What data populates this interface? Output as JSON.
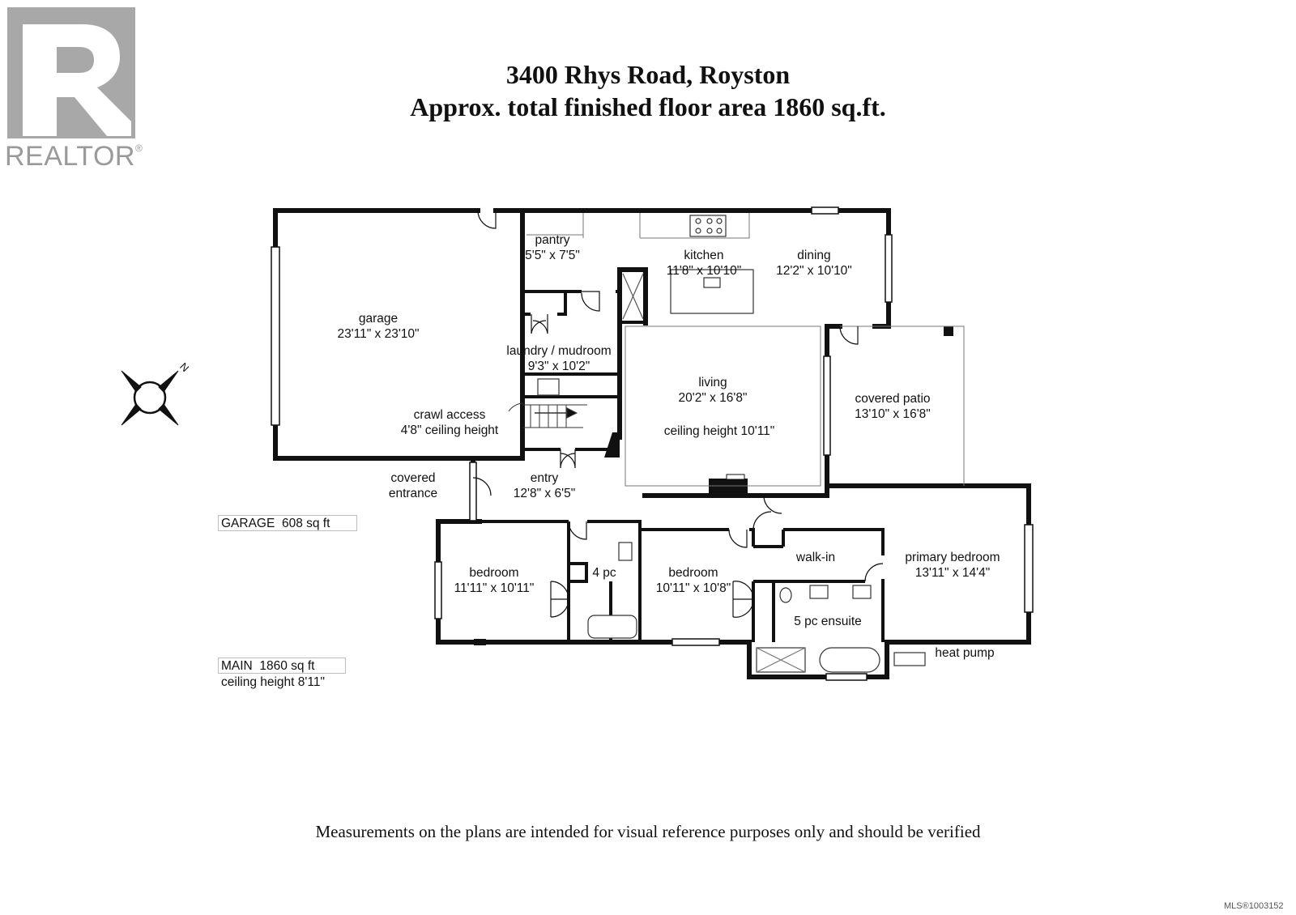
{
  "header": {
    "address": "3400 Rhys Road, Royston",
    "area": "Approx. total finished floor area 1860 sq.ft."
  },
  "logo": {
    "text": "REALTOR",
    "mark": "®",
    "icon": "realtor-r-logo"
  },
  "compass": {
    "icon": "compass-north-icon",
    "letter": "N"
  },
  "rooms": {
    "pantry": {
      "name": "pantry",
      "dims": "5'5\" x 7'5\""
    },
    "kitchen": {
      "name": "kitchen",
      "dims": "11'8\" x 10'10\""
    },
    "dining": {
      "name": "dining",
      "dims": "12'2\" x 10'10\""
    },
    "garage": {
      "name": "garage",
      "dims": "23'11\" x 23'10\""
    },
    "laundry": {
      "name": "laundry / mudroom",
      "dims": "9'3\" x 10'2\""
    },
    "living": {
      "name": "living",
      "dims": "20'2\" x 16'8\"",
      "note": "ceiling height 10'11\""
    },
    "patio": {
      "name": "covered patio",
      "dims": "13'10\" x 16'8\""
    },
    "crawl": {
      "name": "crawl access",
      "note": "4'8\" ceiling height"
    },
    "covered_entrance": {
      "line1": "covered",
      "line2": "entrance"
    },
    "entry": {
      "name": "entry",
      "dims": "12'8\" x 6'5\""
    },
    "bedroom1": {
      "name": "bedroom",
      "dims": "11'11\" x 10'11\""
    },
    "bath4": {
      "name": "4 pc"
    },
    "bedroom2": {
      "name": "bedroom",
      "dims": "10'11\" x 10'8\""
    },
    "walkin": {
      "name": "walk-in"
    },
    "primary": {
      "name": "primary bedroom",
      "dims": "13'11\" x 14'4\""
    },
    "ensuite": {
      "name": "5 pc ensuite"
    },
    "heatpump": {
      "name": "heat pump"
    }
  },
  "legend": {
    "garage": {
      "label": "GARAGE",
      "area": "608 sq ft"
    },
    "main": {
      "label": "MAIN",
      "area": "1860 sq ft",
      "note": "ceiling height 8'11\""
    }
  },
  "footer": {
    "disclaimer": "Measurements on the plans are intended for visual reference purposes only and should be verified",
    "mls": "MLS®1003152"
  }
}
